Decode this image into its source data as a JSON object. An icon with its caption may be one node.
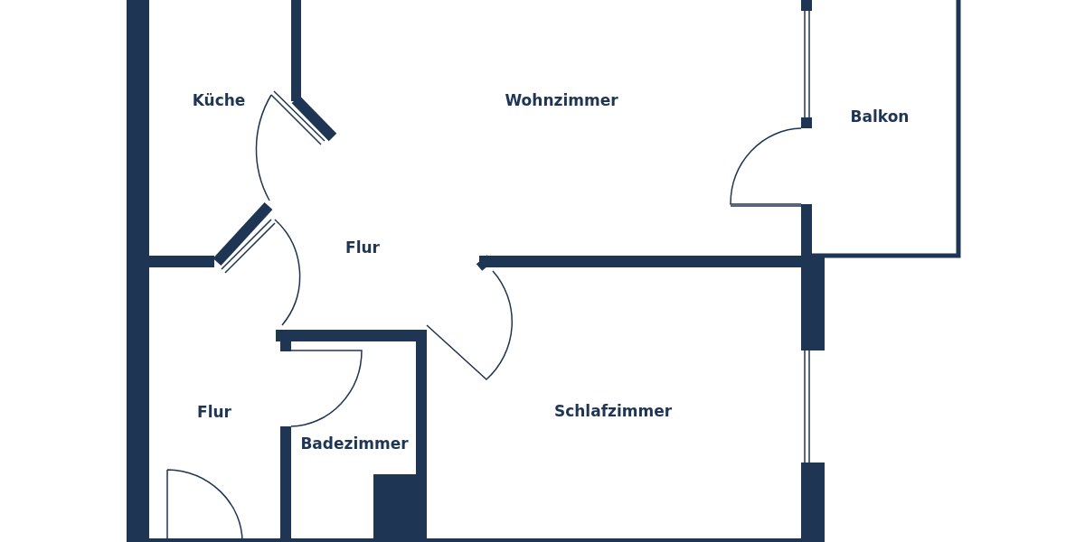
{
  "diagram": {
    "labels": [
      "Küche",
      "Wohnzimmer",
      "Balkon",
      "Flur",
      "Flur",
      "Schlafzimmer",
      "Badezimmer"
    ]
  }
}
